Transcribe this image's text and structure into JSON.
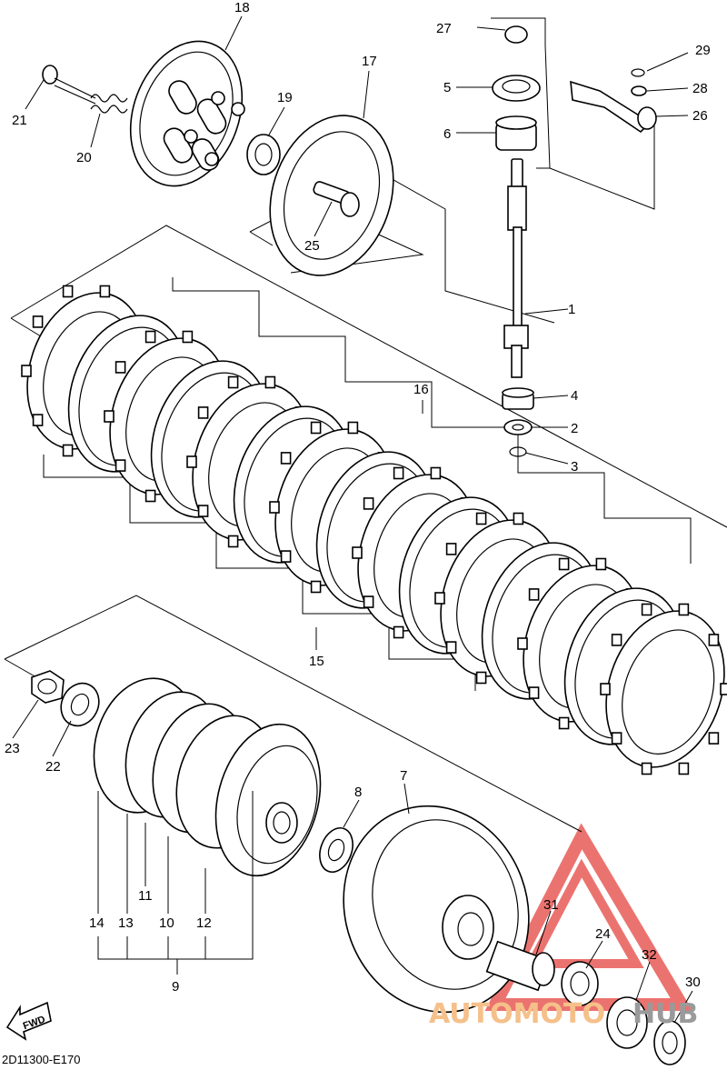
{
  "diagram_code": "2D11300-E170",
  "fwd_label": "FWD",
  "watermark": {
    "text_light": "AUTOMOTO",
    "text_dark": "HUB",
    "color_light": "#f5c08a",
    "color_dark": "#9a9a9a",
    "logo_color": "#e85b57"
  },
  "callouts": [
    "1",
    "2",
    "3",
    "4",
    "5",
    "6",
    "7",
    "8",
    "9",
    "10",
    "11",
    "12",
    "13",
    "14",
    "15",
    "16",
    "17",
    "18",
    "19",
    "20",
    "21",
    "22",
    "23",
    "24",
    "25",
    "26",
    "27",
    "28",
    "29",
    "30",
    "31",
    "32"
  ]
}
